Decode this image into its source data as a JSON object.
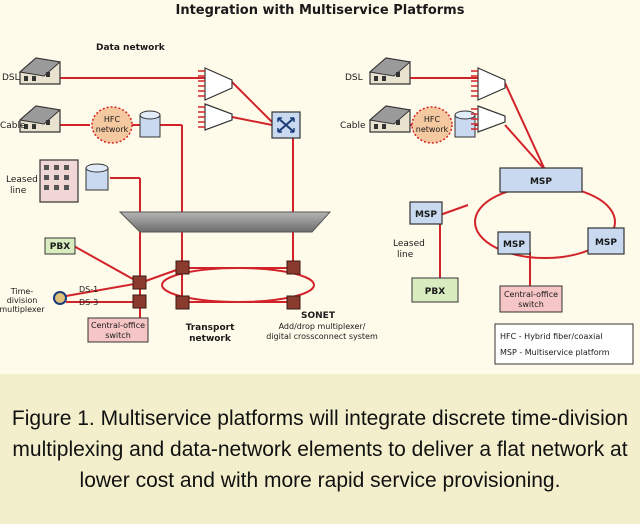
{
  "title": "Integration with Multiservice Platforms",
  "caption": "Figure 1. Multiservice platforms will integrate discrete time-division multiplexing and data-network elements to deliver a flat network at lower cost and with more rapid service provisioning.",
  "left_diagram": {
    "data_network": "Data network",
    "dsl": "DSL",
    "cable": "Cable",
    "hfc_line1": "HFC",
    "hfc_line2": "network",
    "leased_line1": "Leased",
    "leased_line2": "line",
    "pbx": "PBX",
    "ds1": "DS-1",
    "ds3": "DS-3",
    "tdm_line1": "Time-",
    "tdm_line2": "division",
    "tdm_line3": "multiplexer",
    "co_switch_line1": "Central-office",
    "co_switch_line2": "switch",
    "transport_line1": "Transport",
    "transport_line2": "network",
    "sonet": "SONET",
    "adm_line1": "Add/drop multiplexer/",
    "adm_line2": "digital crossconnect system"
  },
  "right_diagram": {
    "dsl": "DSL",
    "cable": "Cable",
    "hfc_line1": "HFC",
    "hfc_line2": "network",
    "msp_top": "MSP",
    "msp_left": "MSP",
    "msp_mid": "MSP",
    "msp_right": "MSP",
    "leased_line1": "Leased",
    "leased_line2": "line",
    "pbx": "PBX",
    "co_switch_line1": "Central-office",
    "co_switch_line2": "switch",
    "legend_hfc": "HFC - Hybrid fiber/coaxial",
    "legend_msp": "MSP - Multiservice platform"
  },
  "colors": {
    "line": "#d2232a",
    "box_blue": "#c9d9f0",
    "box_green": "#d8ecc0",
    "box_pink": "#f6c6c6",
    "node": "#8b3a2e",
    "platform": "#8a8a8a"
  }
}
